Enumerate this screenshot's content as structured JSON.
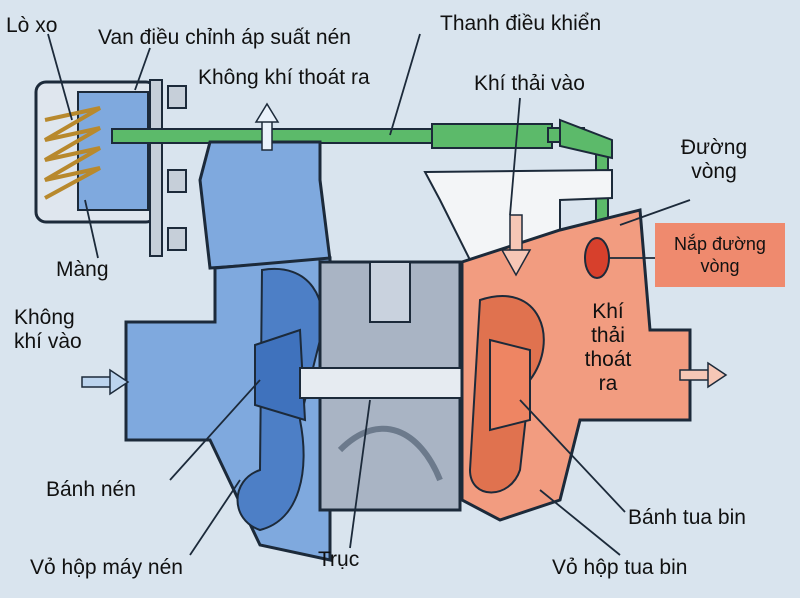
{
  "labels": {
    "lo_xo": "Lò xo",
    "van_dieu_chinh": "Van điều chỉnh áp suất nén",
    "thanh_dieu_khien": "Thanh điều khiển",
    "khong_khi_thoat_ra": "Không khí thoát ra",
    "khi_thai_vao": "Khí thải vào",
    "duong_vong_1": "Đường",
    "duong_vong_2": "vòng",
    "nap_duong_vong_1": "Nắp đường",
    "nap_duong_vong_2": "vòng",
    "mang": "Màng",
    "khong_khi_vao_1": "Không",
    "khong_khi_vao_2": "khí vào",
    "khi_thai_thoat_ra_1": "Khí",
    "khi_thai_thoat_ra_2": "thải",
    "khi_thai_thoat_ra_3": "thoát",
    "khi_thai_thoat_ra_4": "ra",
    "banh_nen": "Bánh nén",
    "banh_tua_bin": "Bánh tua bin",
    "vo_hop_may_nen": "Vỏ hộp máy nén",
    "truc": "Trục",
    "vo_hop_tua_bin": "Vỏ hộp tua bin"
  },
  "colors": {
    "background": "#d9e4ee",
    "compressor_blue": "#7fa9de",
    "compressor_dark": "#4d7fc6",
    "turbine_orange": "#f29c80",
    "turbine_dark": "#e0724f",
    "rod_green": "#5cba6a",
    "center_gray": "#a9b4c4",
    "outline": "#1c2a3a"
  }
}
